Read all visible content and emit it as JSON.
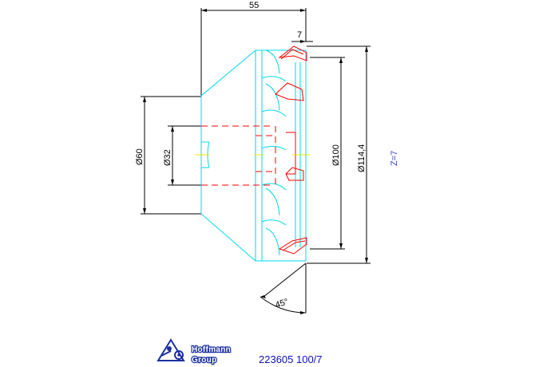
{
  "dimensions": {
    "overall_length": "55",
    "face_width": "7",
    "shank_diameter": "Ø60",
    "bore_diameter": "Ø32",
    "inner_face_diameter": "Ø100",
    "outer_diameter": "Ø114,4",
    "angle": "45°"
  },
  "tooth_count": "Z=7",
  "brand": {
    "line1": "Hoffmann",
    "line2": "Group"
  },
  "part_number": "223605 100/7",
  "colors": {
    "outline": "#00d8e8",
    "hidden": "#ff0000",
    "dimension": "#000000",
    "center": "#e8e800",
    "brand": "#1a2fa0"
  }
}
